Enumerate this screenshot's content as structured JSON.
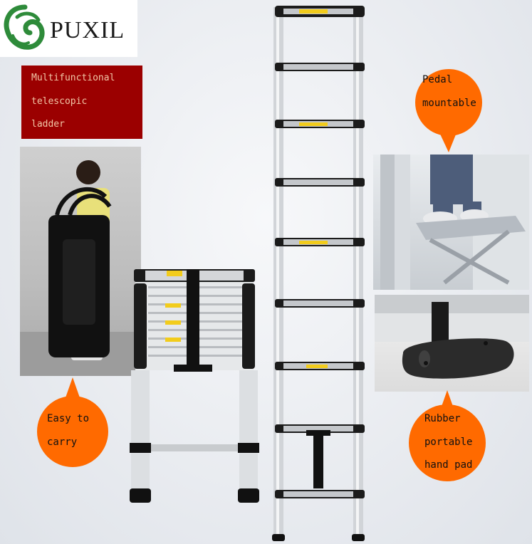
{
  "brand": {
    "name": "PUXIL",
    "icon": "swirl-logo-icon",
    "color": "#2e8b3a"
  },
  "title_box": {
    "lines": [
      "Multifunctional",
      "telescopic",
      "ladder"
    ],
    "bg_color": "#9b0000"
  },
  "callouts": {
    "pedal": {
      "lines": [
        "Pedal",
        "mountable"
      ]
    },
    "easy_carry": {
      "lines": [
        "Easy to",
        "carry"
      ]
    },
    "rubber_pad": {
      "lines": [
        "Rubber",
        "portable",
        "hand pad"
      ]
    },
    "color": "#ff6a00"
  },
  "icons": [
    "swirl-logo-icon",
    "telescopic-ladder-icon",
    "folded-ladder-icon",
    "carry-bag-icon",
    "pedal-platform-icon",
    "rubber-hand-pad-icon"
  ]
}
